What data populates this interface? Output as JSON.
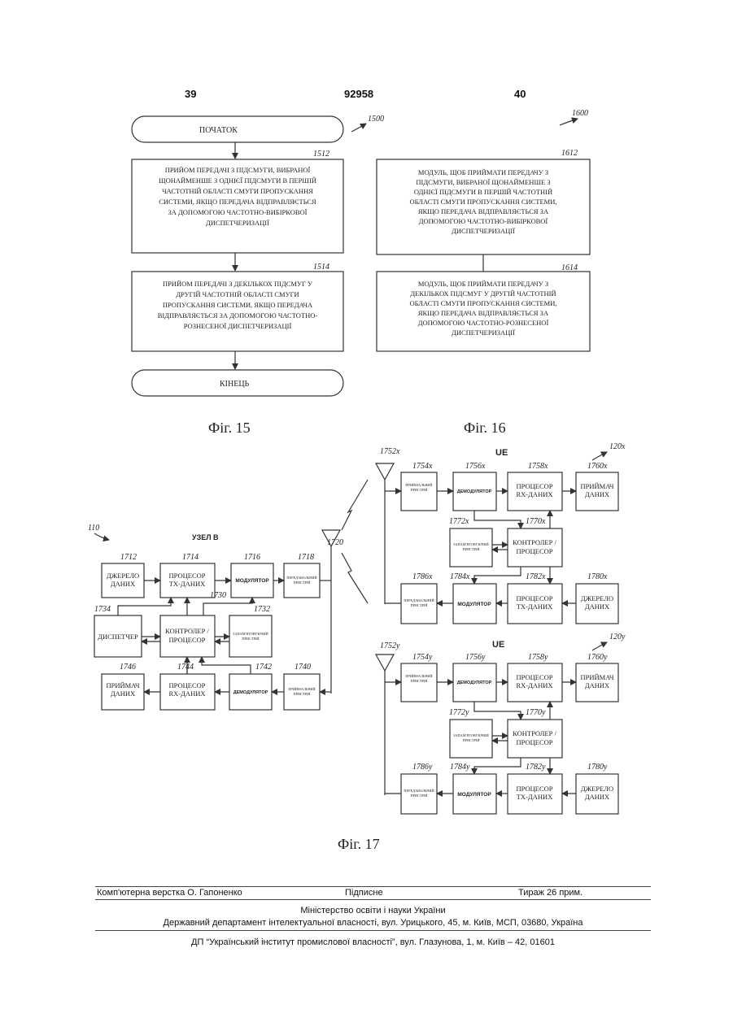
{
  "header": {
    "left_page": "39",
    "doc_number": "92958",
    "right_page": "40"
  },
  "fig15": {
    "ref": "1500",
    "start": "ПОЧАТОК",
    "step1": {
      "ref": "1512",
      "lines": [
        "ПРИЙОМ ПЕРЕДАЧІ З ПІДСМУГИ, ВИБРАНОЇ",
        "ЩОНАЙМЕНШЕ З ОДНІЄЇ ПІДСМУГИ В ПЕРШІЙ",
        "ЧАСТОТНІЙ ОБЛАСТІ СМУГИ ПРОПУСКАННЯ",
        "СИСТЕМИ, ЯКЩО ПЕРЕДАЧА ВІДПРАВЛЯЄТЬСЯ",
        "ЗА ДОПОМОГОЮ ЧАСТОТНО-ВИБІРКОВОЇ",
        "ДИСПЕТЧЕРИЗАЦІЇ"
      ]
    },
    "step2": {
      "ref": "1514",
      "lines": [
        "ПРИЙОМ ПЕРЕДАЧІ З ДЕКІЛЬКОХ ПІДСМУГ У",
        "ДРУГІЙ ЧАСТОТНІЙ ОБЛАСТІ СМУГИ",
        "ПРОПУСКАННЯ СИСТЕМИ, ЯКЩО ПЕРЕДАЧА",
        "ВІДПРАВЛЯЄТЬСЯ ЗА ДОПОМОГОЮ ЧАСТОТНО-",
        "РОЗНЕСЕНОЇ ДИСПЕТЧЕРИЗАЦІЇ"
      ]
    },
    "end": "КІНЕЦЬ",
    "caption": "Фіг. 15"
  },
  "fig16": {
    "ref": "1600",
    "mod1": {
      "ref": "1612",
      "lines": [
        "МОДУЛЬ, ЩОБ ПРИЙМАТИ ПЕРЕДАЧУ З",
        "ПІДСМУГИ, ВИБРАНОЇ ЩОНАЙМЕНШЕ З",
        "ОДНІЄЇ ПІДСМУГИ В ПЕРШІЙ ЧАСТОТНІЙ",
        "ОБЛАСТІ СМУГИ ПРОПУСКАННЯ СИСТЕМИ,",
        "ЯКЩО ПЕРЕДАЧА ВІДПРАВЛЯЄТЬСЯ ЗА",
        "ДОПОМОГОЮ ЧАСТОТНО-ВИБІРКОВОЇ",
        "ДИСПЕТЧЕРИЗАЦІЇ"
      ]
    },
    "mod2": {
      "ref": "1614",
      "lines": [
        "МОДУЛЬ, ЩОБ ПРИЙМАТИ ПЕРЕДАЧУ З",
        "ДЕКІЛЬКОХ ПІДСМУГ У ДРУГІЙ ЧАСТОТНІЙ",
        "ОБЛАСТІ СМУГИ ПРОПУСКАННЯ СИСТЕМИ,",
        "ЯКЩО ПЕРЕДАЧА ВІДПРАВЛЯЄТЬСЯ ЗА",
        "ДОПОМОГОЮ ЧАСТОТНО-РОЗНЕСЕНОЇ",
        "ДИСПЕТЧЕРИЗАЦІЇ"
      ]
    },
    "caption": "Фіг. 16"
  },
  "fig17": {
    "caption": "Фіг. 17",
    "node_b": {
      "ref": "110",
      "title": "УЗЕЛ В",
      "antenna_ref": "1720",
      "source": {
        "ref": "1712",
        "lines": [
          "ДЖЕРЕЛО",
          "ДАНИХ"
        ]
      },
      "tx_proc": {
        "ref": "1714",
        "lines": [
          "ПРОЦЕСОР",
          "ТХ-ДАНИХ"
        ]
      },
      "modulator": {
        "ref": "1716",
        "lines": [
          "МОДУЛЯТОР"
        ]
      },
      "transmitter": {
        "ref": "1718",
        "lines": [
          "ПЕРЕДАВАЛЬНИЙ",
          "ПРИСТРІЙ"
        ]
      },
      "scheduler": {
        "ref": "1734",
        "lines": [
          "ДИСПЕТЧЕР"
        ]
      },
      "controller": {
        "ref": "1730",
        "lines": [
          "КОНТРОЛЕР /",
          "ПРОЦЕСОР"
        ]
      },
      "memory": {
        "ref": "1732",
        "lines": [
          "ЗАПАМ'ЯТОВУЮЧИЙ",
          "ПРИСТРІЙ"
        ]
      },
      "sink": {
        "ref": "1746",
        "lines": [
          "ПРИЙМАЧ",
          "ДАНИХ"
        ]
      },
      "rx_proc": {
        "ref": "1744",
        "lines": [
          "ПРОЦЕСОР",
          "RX-ДАНИХ"
        ]
      },
      "demodulator": {
        "ref": "1742",
        "lines": [
          "ДЕМОДУЛЯТОР"
        ]
      },
      "receiver": {
        "ref": "1740",
        "lines": [
          "ПРИЙМАЛЬНИЙ",
          "ПРИСТРІЙ"
        ]
      }
    },
    "ue_x": {
      "ref": "120x",
      "title": "UE",
      "antenna_ref": "1752x",
      "receiver": {
        "ref": "1754x",
        "lines": [
          "ПРИЙМАЛЬНИЙ",
          "ПРИСТРІЙ"
        ]
      },
      "demodulator": {
        "ref": "1756x",
        "lines": [
          "ДЕМОДУЛЯТОР"
        ]
      },
      "rx_proc": {
        "ref": "1758x",
        "lines": [
          "ПРОЦЕСОР",
          "RX-ДАНИХ"
        ]
      },
      "sink": {
        "ref": "1760x",
        "lines": [
          "ПРИЙМАЧ",
          "ДАНИХ"
        ]
      },
      "memory": {
        "ref": "1772x",
        "lines": [
          "ЗАПАМ'ЯТОВУЮЧИЙ",
          "ПРИСТРІЙ"
        ]
      },
      "controller": {
        "ref": "1770x",
        "lines": [
          "КОНТРОЛЕР /",
          "ПРОЦЕСОР"
        ]
      },
      "transmitter": {
        "ref": "1786x",
        "lines": [
          "ПЕРЕДАВАЛЬНИЙ",
          "ПРИСТРІЙ"
        ]
      },
      "modulator": {
        "ref": "1784x",
        "lines": [
          "МОДУЛЯТОР"
        ]
      },
      "tx_proc": {
        "ref": "1782x",
        "lines": [
          "ПРОЦЕСОР",
          "ТХ-ДАНИХ"
        ]
      },
      "source": {
        "ref": "1780x",
        "lines": [
          "ДЖЕРЕЛО",
          "ДАНИХ"
        ]
      }
    },
    "ue_y": {
      "ref": "120y",
      "title": "UE",
      "antenna_ref": "1752y",
      "receiver": {
        "ref": "1754y",
        "lines": [
          "ПРИЙМАЛЬНИЙ",
          "ПРИСТРІЙ"
        ]
      },
      "demodulator": {
        "ref": "1756y",
        "lines": [
          "ДЕМОДУЛЯТОР"
        ]
      },
      "rx_proc": {
        "ref": "1758y",
        "lines": [
          "ПРОЦЕСОР",
          "RX-ДАНИХ"
        ]
      },
      "sink": {
        "ref": "1760y",
        "lines": [
          "ПРИЙМАЧ",
          "ДАНИХ"
        ]
      },
      "memory": {
        "ref": "1772y",
        "lines": [
          "ЗАПАМ'ЯТОВУЮЧИЙ",
          "ПРИСТРІЙ"
        ]
      },
      "controller": {
        "ref": "1770y",
        "lines": [
          "КОНТРОЛЕР /",
          "ПРОЦЕСОР"
        ]
      },
      "transmitter": {
        "ref": "1786y",
        "lines": [
          "ПЕРЕДАВАЛЬНИЙ",
          "ПРИСТРІЙ"
        ]
      },
      "modulator": {
        "ref": "1784y",
        "lines": [
          "МОДУЛЯТОР"
        ]
      },
      "tx_proc": {
        "ref": "1782y",
        "lines": [
          "ПРОЦЕСОР",
          "ТХ-ДАНИХ"
        ]
      },
      "source": {
        "ref": "1780y",
        "lines": [
          "ДЖЕРЕЛО",
          "ДАНИХ"
        ]
      }
    }
  },
  "footer": {
    "layout_by": "Комп'ютерна верстка О. Гапоненко",
    "signed": "Підписне",
    "circulation": "Тираж 26 прим.",
    "ministry": "Міністерство освіти і науки України",
    "department": "Державний департамент інтелектуальної власності, вул. Урицького, 45, м. Київ, МСП, 03680, Україна",
    "institute": "ДП “Український інститут промислової власності”, вул. Глазунова, 1, м. Київ – 42, 01601"
  }
}
